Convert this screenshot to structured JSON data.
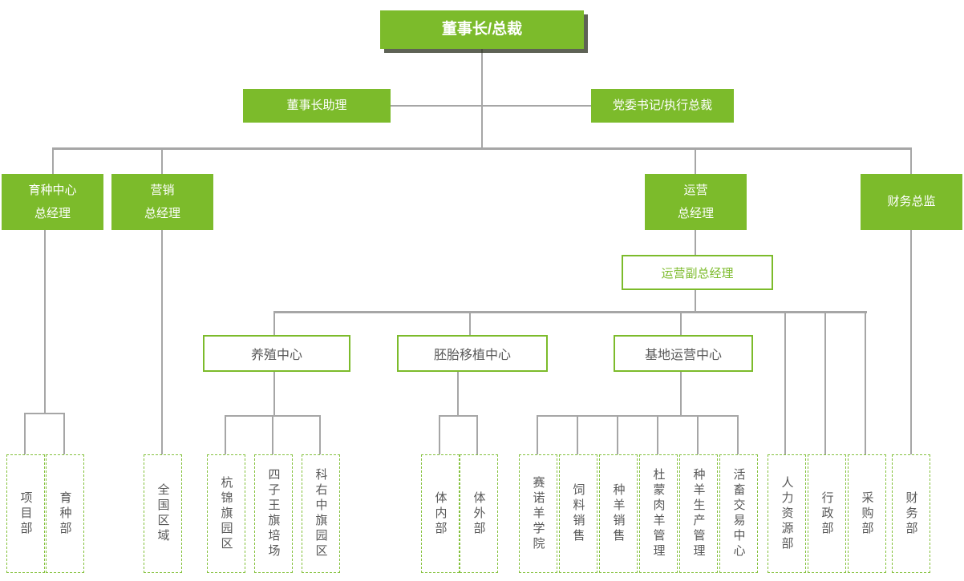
{
  "colors": {
    "node_green": "#7cbb2b",
    "dashed_border_green": "#84c13c",
    "connector_gray": "#a6a6a6",
    "text_dark": "#595959",
    "text_white": "#ffffff"
  },
  "org_chart": {
    "root": "董事长/总裁",
    "staff": {
      "assistant": "董事长助理",
      "party_secretary": "党委书记/执行总裁"
    },
    "executives": {
      "breeding_center_gm": "育种中心\n总经理",
      "marketing_gm": "营销\n总经理",
      "operations_gm": "运营\n总经理",
      "cfo": "财务总监"
    },
    "deputy": "运营副总经理",
    "centers": {
      "farming_center": "养殖中心",
      "embryo_transfer_center": "胚胎移植中心",
      "base_operations_center": "基地运营中心"
    },
    "departments": [
      "项目部",
      "育种部",
      "全国区域",
      "杭锦旗园区",
      "四子王旗培场",
      "科右中旗园区",
      "体内部",
      "体外部",
      "赛诺羊学院",
      "饲料销售",
      "种羊销售",
      "杜蒙肉羊管理",
      "种羊生产管理",
      "活畜交易中心",
      "人力资源部",
      "行政部",
      "采购部",
      "财务部"
    ]
  }
}
